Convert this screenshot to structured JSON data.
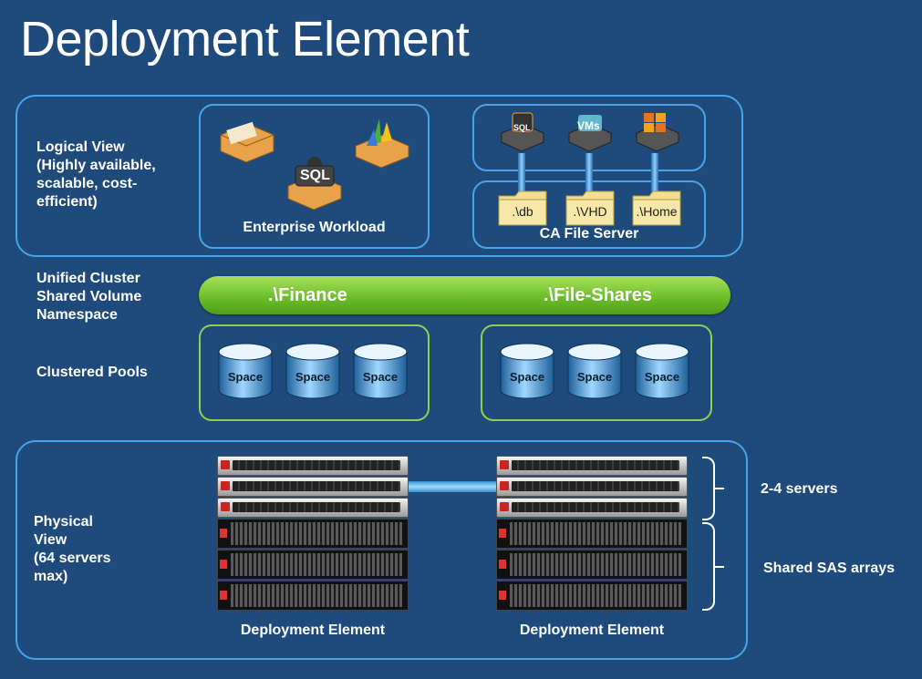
{
  "title": "Deployment Element",
  "logical": {
    "label_lines": [
      "Logical View",
      "(Highly available,",
      "scalable, cost-",
      "efficient)"
    ],
    "enterprise_label": "Enterprise Workload",
    "sql_icon_text": "SQL",
    "vms_icon_text": "VMs",
    "ca_label": "CA File Server",
    "folders": [
      ".\\db",
      ".\\VHD",
      ".\\Home"
    ]
  },
  "namespace": {
    "label_lines": [
      "Unified Cluster",
      "Shared Volume",
      "Namespace"
    ],
    "shares": [
      ".\\Finance",
      ".\\File-Shares"
    ]
  },
  "pools": {
    "label": "Clustered Pools",
    "space_label": "Space"
  },
  "physical": {
    "label_lines": [
      "Physical",
      "View",
      "(64 servers",
      "max)"
    ],
    "element_label": "Deployment Element",
    "servers_label": "2-4 servers",
    "arrays_label": "Shared SAS arrays"
  },
  "colors": {
    "background": "#1f4a7c",
    "panel_border": "#4aa3e8",
    "pool_border": "#8fd14f",
    "namespace_bar": "#6cbf2a"
  }
}
